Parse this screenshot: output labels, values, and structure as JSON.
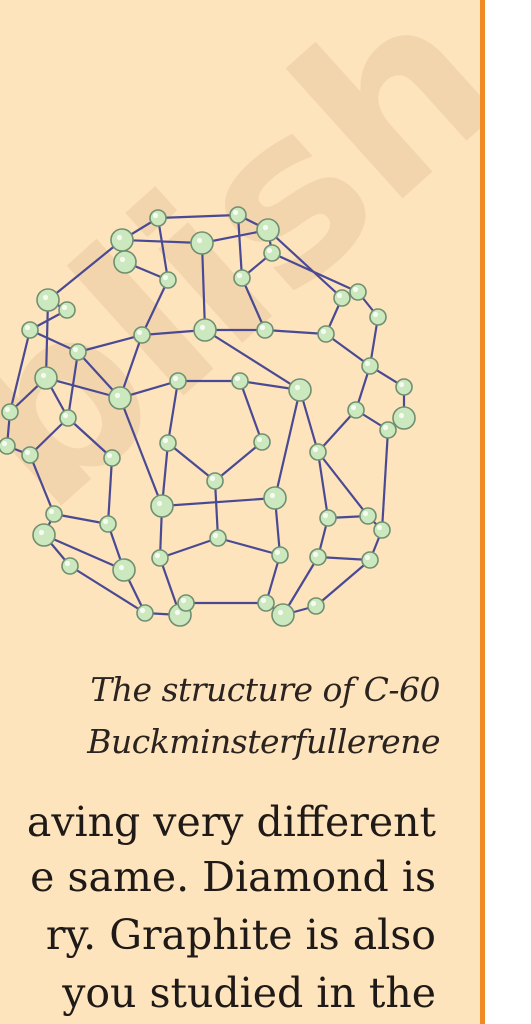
{
  "colors": {
    "panel_background": "#fde4bc",
    "accent_rule": "#f08a24",
    "watermark": "#e9c9a0",
    "bond": "#4a4a94",
    "atom_fill": "#cbe8bf",
    "atom_stroke": "#6f8f70"
  },
  "watermark_text": "blish",
  "figure": {
    "caption_line1": "The structure of C-60",
    "caption_line2": "Buckminsterfullerene"
  },
  "body_lines": [
    "aving very different",
    "e same. Diamond is",
    "ry. Graphite is also",
    " you studied in the"
  ]
}
